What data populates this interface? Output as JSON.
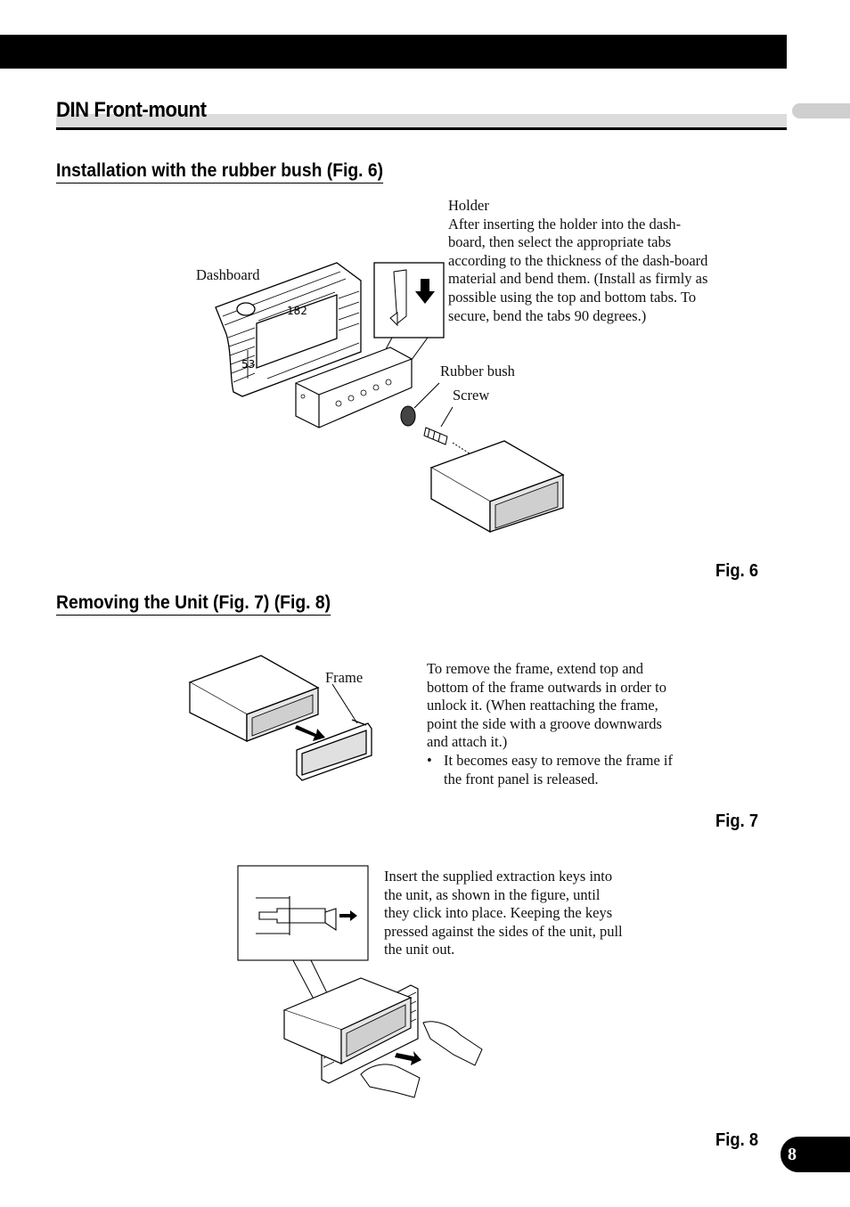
{
  "page": {
    "number": "8"
  },
  "section": {
    "title": "DIN Front-mount"
  },
  "install": {
    "heading": "Installation with the rubber bush (Fig. 6)",
    "holder_title": "Holder",
    "holder_text": "After inserting the holder into the dash-board, then select the appropriate tabs according to the thickness of the dash-board material and bend them. (Install as firmly as possible using the top and bottom tabs. To secure, bend the tabs 90 degrees.)",
    "labels": {
      "dashboard": "Dashboard",
      "rubber_bush": "Rubber bush",
      "screw": "Screw",
      "dim_width": "182",
      "dim_height": "53"
    },
    "fig_label": "Fig. 6"
  },
  "removing": {
    "heading": "Removing the Unit (Fig. 7) (Fig. 8)",
    "frame_label": "Frame",
    "frame_text": "To remove the frame, extend top and bottom of the frame outwards in order to unlock it. (When reattaching the frame, point the side with a groove downwards and attach it.)",
    "frame_bullet": "It becomes easy to remove the frame if the front panel is released.",
    "fig7_label": "Fig. 7",
    "keys_text": "Insert the supplied extraction keys into the unit, as shown in the figure, until they click into place. Keeping the keys pressed against the sides of the unit, pull the unit out.",
    "fig8_label": "Fig. 8"
  },
  "icons": [
    "arrow-icon",
    "bullet-icon"
  ]
}
